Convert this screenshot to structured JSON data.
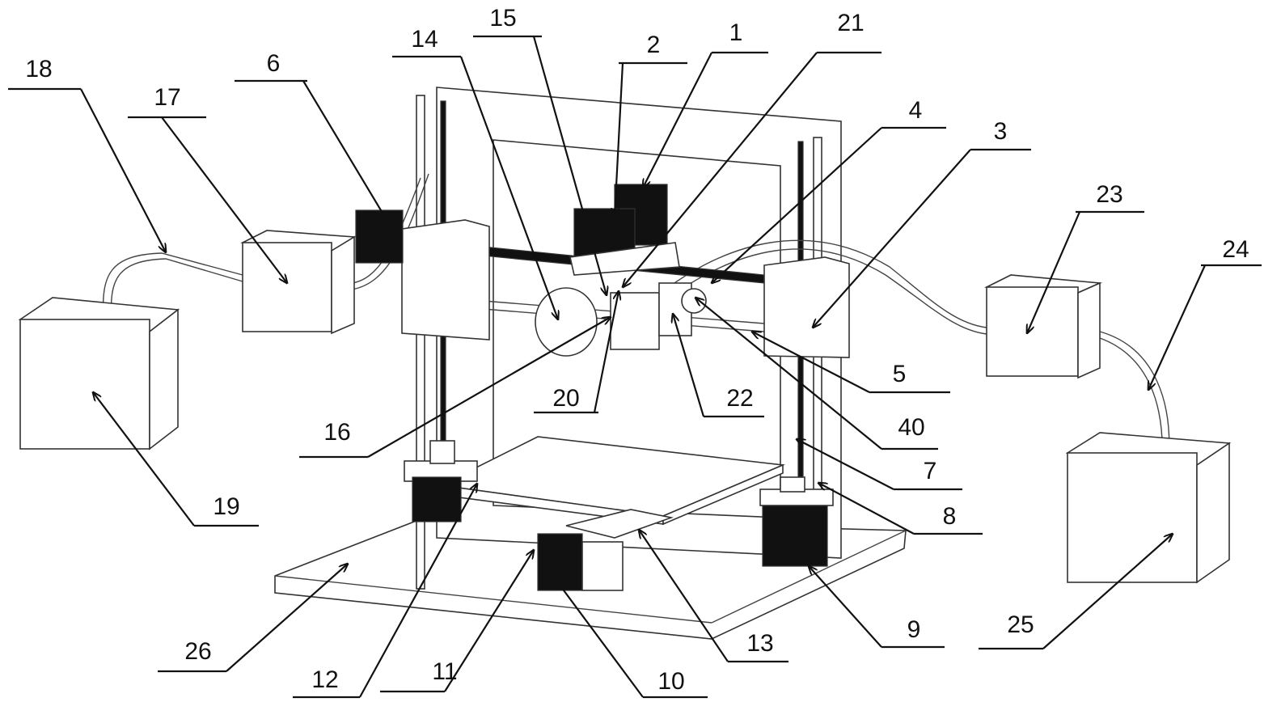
{
  "figure": {
    "title": "3D printer apparatus schematic with reference numerals",
    "labels": [
      "1",
      "2",
      "3",
      "4",
      "5",
      "6",
      "7",
      "8",
      "9",
      "10",
      "11",
      "12",
      "13",
      "14",
      "15",
      "16",
      "17",
      "18",
      "19",
      "20",
      "21",
      "22",
      "23",
      "24",
      "25",
      "26",
      "40"
    ]
  }
}
